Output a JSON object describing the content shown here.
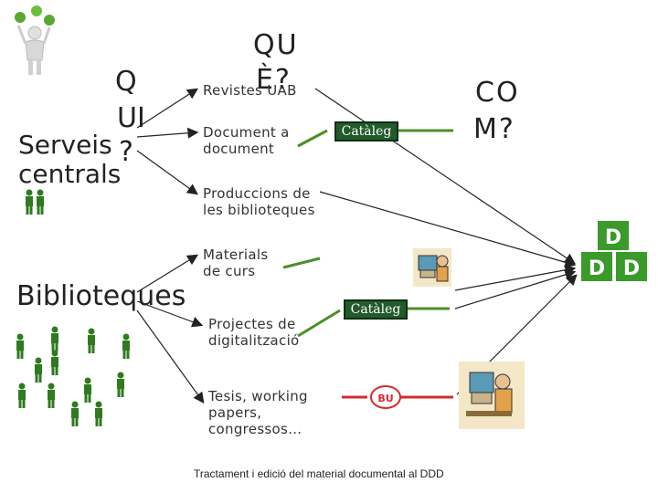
{
  "left_labels": {
    "q1": "Q",
    "ui": "UI",
    "q2": "?",
    "serveis": "Serveis",
    "centrals": "centrals",
    "biblioteques": "Biblioteques"
  },
  "center_question": {
    "line1": "QU",
    "line2": "È?"
  },
  "right_question": {
    "line1": "CO",
    "line2": "M?"
  },
  "items": [
    {
      "label": "Revistes UAB"
    },
    {
      "label": "Document a document"
    },
    {
      "label": "Produccions de les biblioteques"
    },
    {
      "label": "Materials de curs"
    },
    {
      "label": "Projectes de digitalització"
    },
    {
      "label": "Tesis, working papers, congressos…"
    }
  ],
  "catalog_label": "Catàleg",
  "bu_logo": "BU",
  "ddd_logo": [
    "D",
    "D",
    "D"
  ],
  "footer": "Tractament i edició del material documental al DDD",
  "colors": {
    "line_green": "#4a8f2a",
    "line_red": "#d42c2c",
    "ddd_green": "#3a9a2a"
  }
}
